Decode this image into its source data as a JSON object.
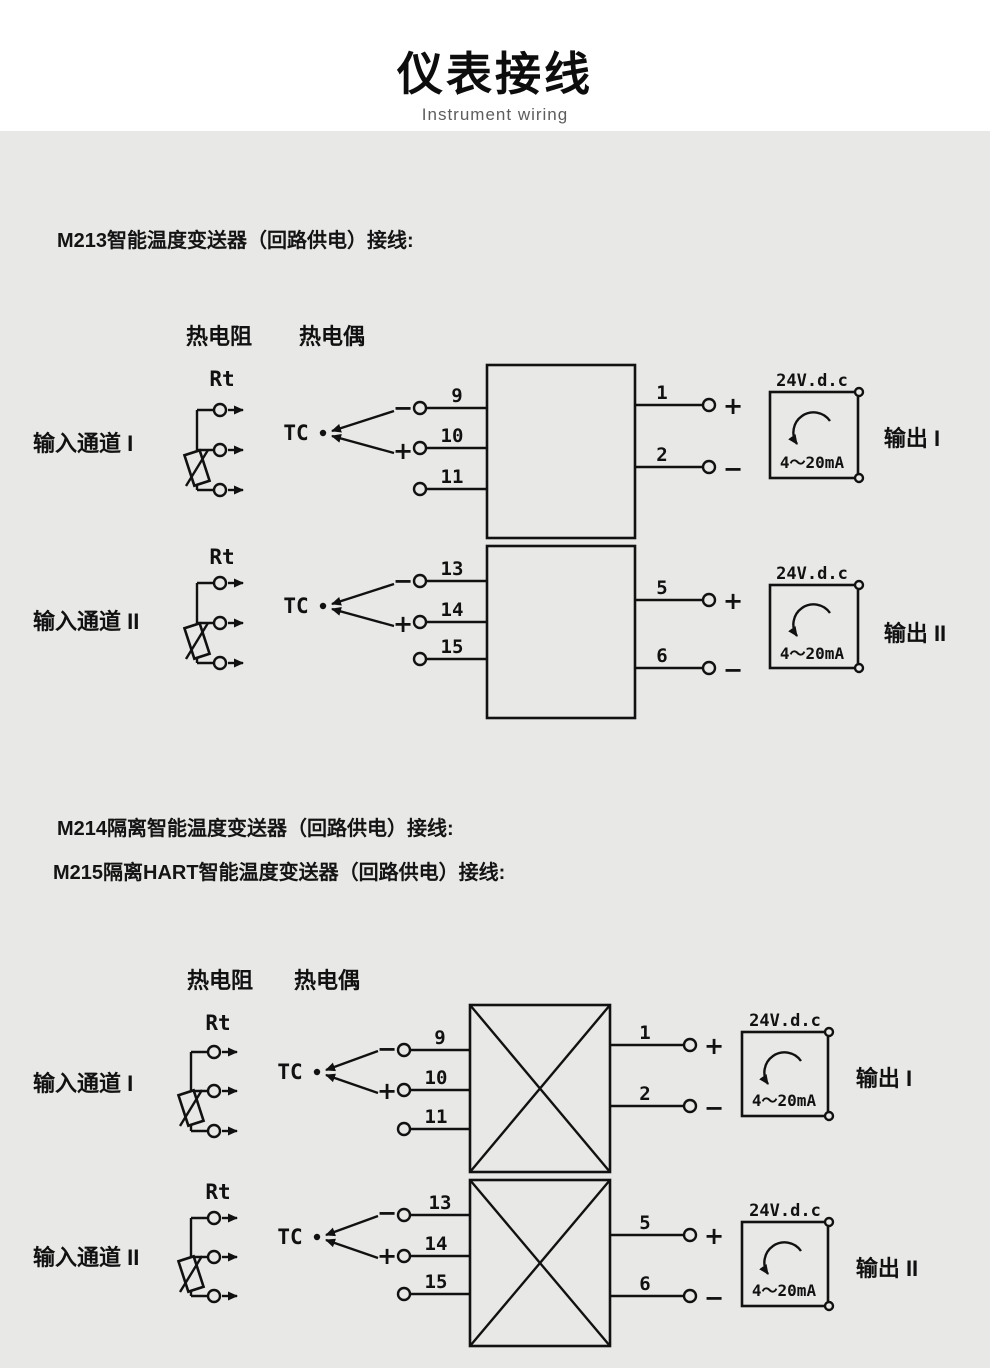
{
  "meta": {
    "background": "#e8e8e6",
    "ink": "#111111"
  },
  "header": {
    "title": "仪表接线",
    "subtitle": "Instrument wiring"
  },
  "sections": {
    "m213": "M213智能温度变送器（回路供电）接线:",
    "m214": "M214隔离智能温度变送器（回路供电）接线:",
    "m215": "M215隔离HART智能温度变送器（回路供电）接线:"
  },
  "labels": {
    "rtd_col": "热电阻",
    "tc_col": "热电偶",
    "rt": "Rt",
    "tc": "TC",
    "ch1": "输入通道 I",
    "ch2": "输入通道 II",
    "out1": "输出 I",
    "out2": "输出 II",
    "supply": "24V.d.c",
    "loop": "4～20mA",
    "plus": "+",
    "minus": "−"
  },
  "terminals": {
    "n1": "1",
    "n2": "2",
    "n5": "5",
    "n6": "6",
    "n9": "9",
    "n10": "10",
    "n11": "11",
    "n13": "13",
    "n14": "14",
    "n15": "15"
  }
}
